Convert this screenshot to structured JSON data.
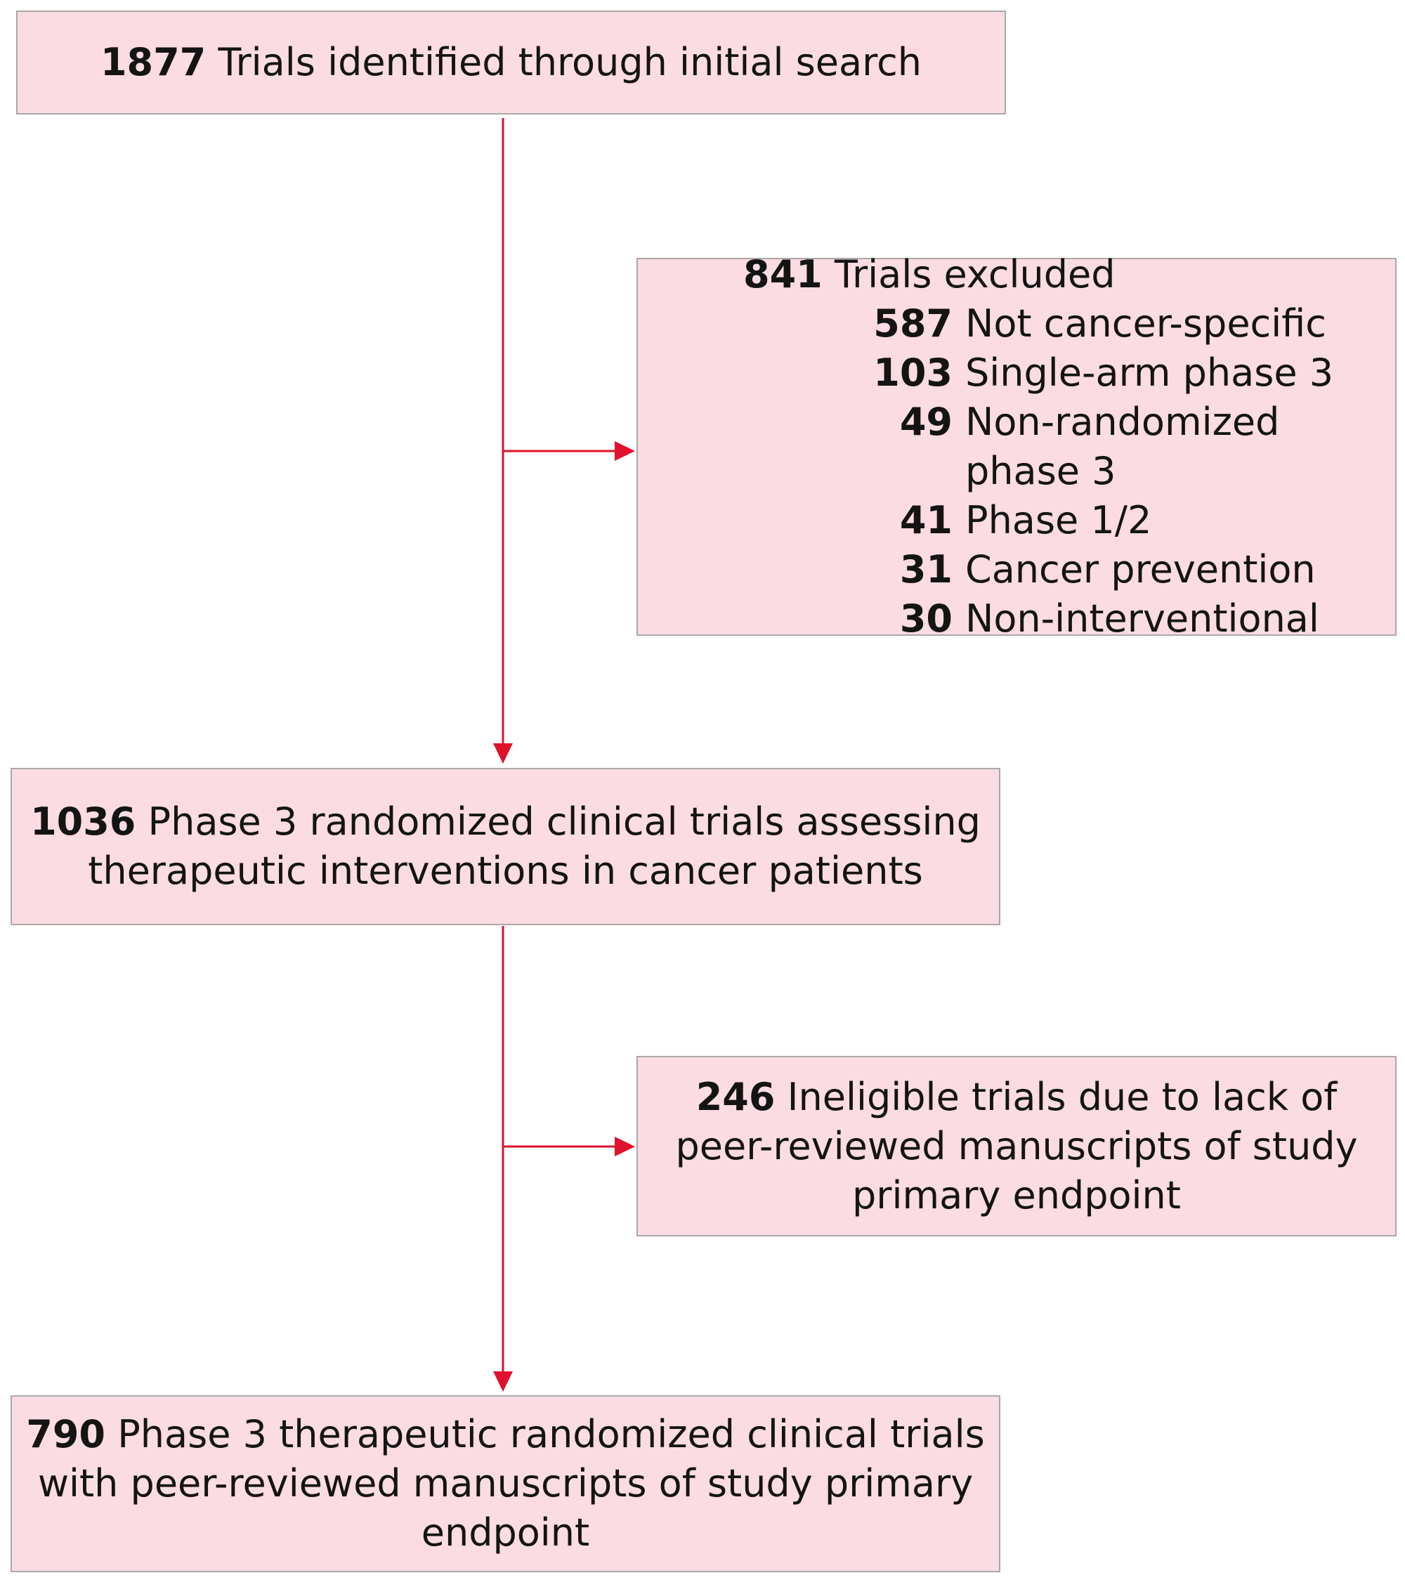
{
  "flowchart": {
    "search": {
      "count": "1877",
      "text": "Trials identified through initial search"
    },
    "excluded": {
      "count": "841",
      "text": "Trials excluded",
      "reasons": [
        {
          "count": "587",
          "text": "Not cancer-specific"
        },
        {
          "count": "103",
          "text": "Single-arm phase 3"
        },
        {
          "count": "49",
          "text": "Non-randomized phase 3"
        },
        {
          "count": "41",
          "text": "Phase 1/2"
        },
        {
          "count": "31",
          "text": "Cancer prevention"
        },
        {
          "count": "30",
          "text": "Non-interventional"
        }
      ]
    },
    "phase3": {
      "count": "1036",
      "line1": "Phase 3 randomized clinical trials assessing",
      "line2": "therapeutic interventions in cancer patients"
    },
    "ineligible": {
      "count": "246",
      "line1": "Ineligible trials due to lack of",
      "line2": "peer-reviewed manuscripts of study",
      "line3": "primary endpoint"
    },
    "final": {
      "count": "790",
      "line1": "Phase 3 therapeutic randomized clinical trials",
      "line2": "with peer-reviewed manuscripts of study primary",
      "line3": "endpoint"
    },
    "colors": {
      "box_fill": "#fbdce2",
      "box_border": "#a8a8a8",
      "arrow": "#e0112b"
    }
  }
}
